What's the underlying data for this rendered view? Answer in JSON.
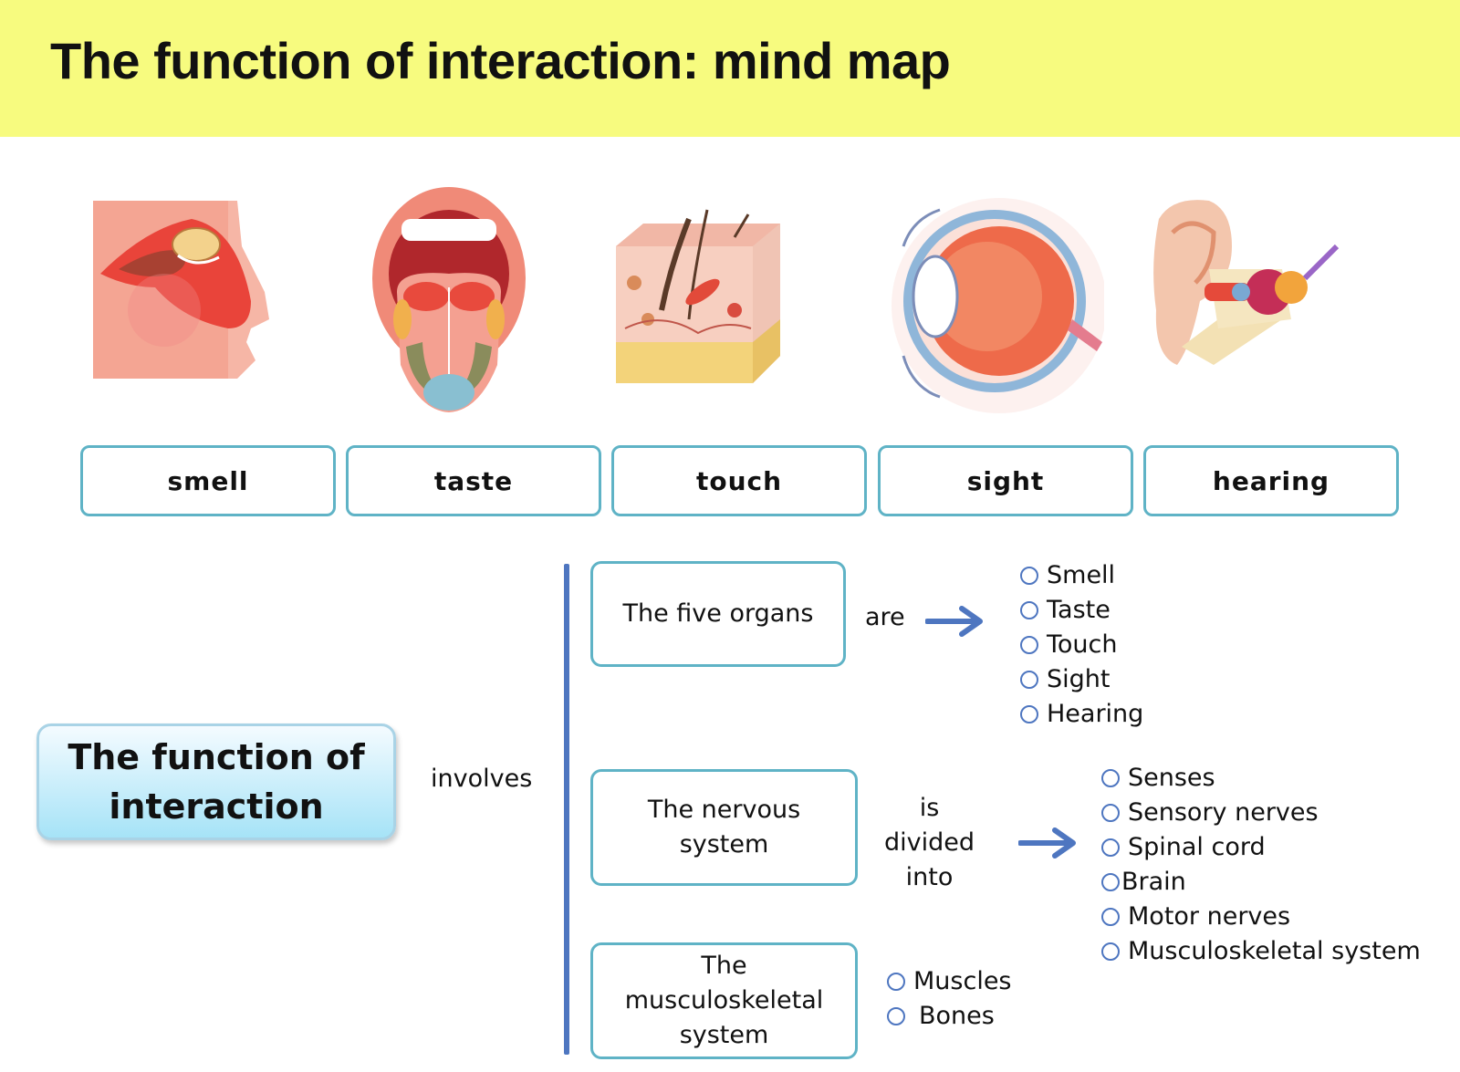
{
  "header": {
    "title": "The function of interaction: mind map"
  },
  "senses": [
    {
      "label": "smell",
      "icon": "nose-icon"
    },
    {
      "label": "taste",
      "icon": "tongue-icon"
    },
    {
      "label": "touch",
      "icon": "skin-icon"
    },
    {
      "label": "sight",
      "icon": "eye-icon"
    },
    {
      "label": "hearing",
      "icon": "ear-icon"
    }
  ],
  "mindmap": {
    "central": "The function of interaction",
    "connector": "involves",
    "branches": [
      {
        "node": "The five organs",
        "relation": "are",
        "items": [
          "Smell",
          "Taste",
          "Touch",
          "Sight",
          "Hearing"
        ]
      },
      {
        "node": "The nervous system",
        "relation": "is divided into",
        "items": [
          "Senses",
          "Sensory nerves",
          "Spinal cord",
          "Brain",
          "Motor nerves",
          "Musculoskeletal system"
        ]
      },
      {
        "node": "The musculoskeletal system",
        "relation": "",
        "items": [
          "Muscles",
          "Bones"
        ]
      }
    ]
  },
  "colors": {
    "banner": "#f7fb7f",
    "box_border": "#5fb3c6",
    "line": "#4e76c0",
    "central_fill": "#a6e3f7"
  }
}
